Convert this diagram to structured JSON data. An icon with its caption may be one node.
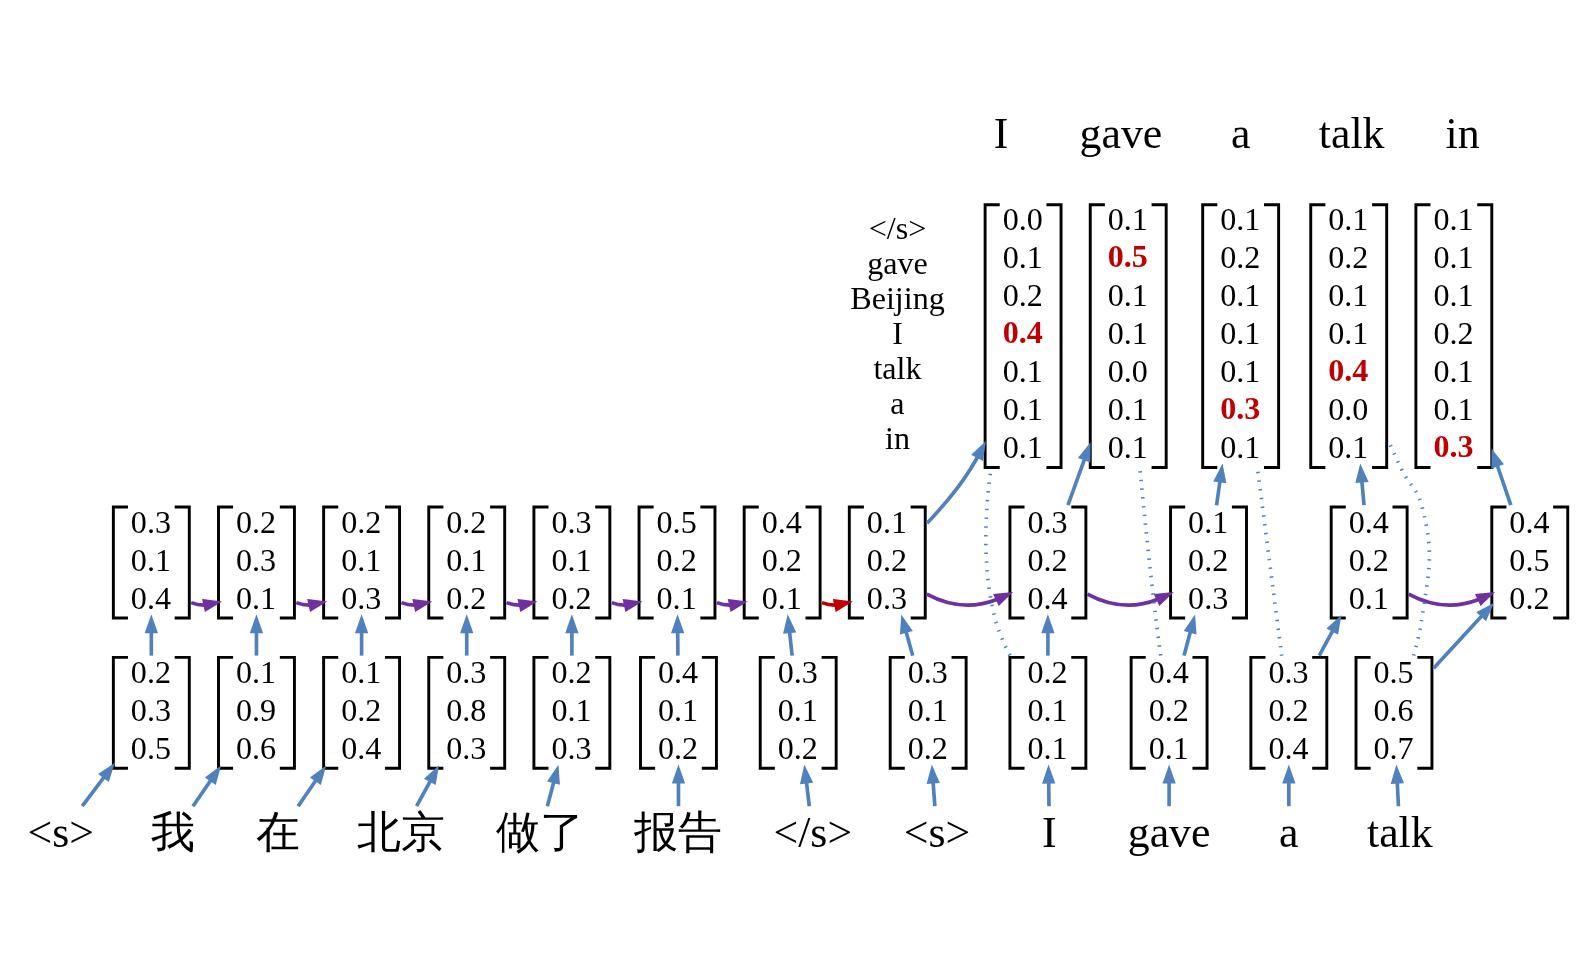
{
  "diagram": {
    "nodes": [
      {
        "text": [
          "0.0 0.1 0.2 **0.4** 0.1 0.1 0.1"
        ],
        "beside": [
          "I"
        ]
      },
      {
        "text": [
          "0.1 **0.5** 0.1 0.1 0.0 0.1 0.1"
        ],
        "beside": [
          "gave"
        ]
      },
      {
        "text": [
          "0.1 0.2 0.1 0.1 0.1 **0.3** 0.1"
        ],
        "beside": [
          "a"
        ]
      },
      {
        "text": [
          "0.1 0.2 0.1 0.1 **0.4** 0.0 0.1"
        ],
        "beside": [
          "talk"
        ]
      },
      {
        "text": [
          "0.1 0.1 0.1 0.2 0.1 0.1 **0.3**"
        ],
        "beside": [
          "in"
        ]
      },
      {
        "text": [
          "0.3 0.1 0.4"
        ]
      },
      {
        "text": [
          "0.2 0.3 0.1"
        ]
      },
      {
        "text": [
          "0.2 0.1 0.3"
        ]
      },
      {
        "text": [
          "0.2 0.1 0.2"
        ]
      },
      {
        "text": [
          "0.3 0.1 0.2"
        ]
      },
      {
        "text": [
          "0.5 0.2 0.1"
        ]
      },
      {
        "text": [
          "0.4 0.2 0.1"
        ]
      },
      {
        "text": [
          "0.1 0.2 0.3"
        ]
      },
      {
        "text": [
          "0.3 0.2 0.4"
        ]
      },
      {
        "text": [
          "0.1 0.2 0.3"
        ]
      },
      {
        "text": [
          "0.4 0.2 0.1"
        ]
      },
      {
        "text": [
          "0.4 0.5 0.2"
        ]
      },
      {
        "text": [
          "0.2 0.3 0.5"
        ]
      },
      {
        "text": [
          "0.1 0.9 0.6"
        ]
      },
      {
        "text": [
          "0.1 0.2 0.4"
        ]
      },
      {
        "text": [
          "0.3 0.8 0.3"
        ]
      },
      {
        "text": [
          "0.2 0.1 0.3"
        ]
      },
      {
        "text": [
          "0.4 0.1 0.2"
        ]
      },
      {
        "text": [
          "0.3 0.1 0.2"
        ]
      },
      {
        "text": [
          "0.3 0.1 0.2"
        ]
      },
      {
        "text": [
          "0.2 0.1 0.1"
        ]
      },
      {
        "text": [
          "0.4 0.2 0.1"
        ]
      },
      {
        "text": [
          "0.3 0.2 0.4"
        ]
      },
      {
        "text": [
          "0.5 0.6 0.7"
        ]
      },
      {
        "text": [
          "<s>"
        ]
      },
      {
        "text": [
          "我"
        ]
      },
      {
        "text": [
          "在"
        ]
      },
      {
        "text": [
          "北京"
        ]
      },
      {
        "text": [
          "做了"
        ]
      },
      {
        "text": [
          "报告"
        ]
      },
      {
        "text": [
          "</s>"
        ]
      },
      {
        "text": [
          "<s>"
        ]
      },
      {
        "text": [
          "I"
        ]
      },
      {
        "text": [
          "gave"
        ]
      },
      {
        "text": [
          "a"
        ]
      },
      {
        "text": [
          "talk"
        ]
      }
    ],
    "edges": [
      {
        "from": 29,
        "to": 17,
        "arrow": "to"
      },
      {
        "from": 30,
        "to": 18,
        "arrow": "to"
      },
      {
        "from": 31,
        "to": 19,
        "arrow": "to"
      },
      {
        "from": 32,
        "to": 20,
        "arrow": "to"
      },
      {
        "from": 33,
        "to": 21,
        "arrow": "to"
      },
      {
        "from": 34,
        "to": 22,
        "arrow": "to"
      },
      {
        "from": 35,
        "to": 23,
        "arrow": "to"
      },
      {
        "from": 36,
        "to": 24,
        "arrow": "to"
      },
      {
        "from": 37,
        "to": 25,
        "arrow": "to"
      },
      {
        "from": 38,
        "to": 26,
        "arrow": "to"
      },
      {
        "from": 39,
        "to": 27,
        "arrow": "to"
      },
      {
        "from": 40,
        "to": 28,
        "arrow": "to"
      },
      {
        "from": 17,
        "to": 5,
        "arrow": "to"
      },
      {
        "from": 18,
        "to": 6,
        "arrow": "to"
      },
      {
        "from": 19,
        "to": 7,
        "arrow": "to"
      },
      {
        "from": 20,
        "to": 8,
        "arrow": "to"
      },
      {
        "from": 21,
        "to": 9,
        "arrow": "to"
      },
      {
        "from": 22,
        "to": 10,
        "arrow": "to"
      },
      {
        "from": 23,
        "to": 11,
        "arrow": "to"
      },
      {
        "from": 24,
        "to": 12,
        "arrow": "to"
      },
      {
        "from": 25,
        "to": 13,
        "arrow": "to"
      },
      {
        "from": 26,
        "to": 14,
        "arrow": "to"
      },
      {
        "from": 27,
        "to": 15,
        "arrow": "to"
      },
      {
        "from": 28,
        "to": 16,
        "arrow": "to"
      },
      {
        "from": 5,
        "to": 6,
        "arrow": "to",
        "color": "#7030a0"
      },
      {
        "from": 6,
        "to": 7,
        "arrow": "to",
        "color": "#7030a0"
      },
      {
        "from": 7,
        "to": 8,
        "arrow": "to",
        "color": "#7030a0"
      },
      {
        "from": 8,
        "to": 9,
        "arrow": "to",
        "color": "#7030a0"
      },
      {
        "from": 9,
        "to": 10,
        "arrow": "to",
        "color": "#7030a0"
      },
      {
        "from": 10,
        "to": 11,
        "arrow": "to",
        "color": "#7030a0"
      },
      {
        "from": 11,
        "to": 12,
        "arrow": "to",
        "color": "#c00000"
      },
      {
        "from": 12,
        "to": 13,
        "arrow": "to",
        "color": "#7030a0"
      },
      {
        "from": 13,
        "to": 14,
        "arrow": "to",
        "color": "#7030a0"
      },
      {
        "from": 15,
        "to": 16,
        "arrow": "to",
        "color": "#7030a0"
      },
      {
        "from": 12,
        "to": 0,
        "arrow": "to"
      },
      {
        "from": 13,
        "to": 1,
        "arrow": "to"
      },
      {
        "from": 14,
        "to": 2,
        "arrow": "to"
      },
      {
        "from": 15,
        "to": 3,
        "arrow": "to"
      },
      {
        "from": 16,
        "to": 4,
        "arrow": "to"
      },
      {
        "from": 0,
        "to": 25,
        "arrow": "none",
        "style": "dashed"
      },
      {
        "from": 1,
        "to": 26,
        "arrow": "none",
        "style": "dashed"
      },
      {
        "from": 2,
        "to": 27,
        "arrow": "none",
        "style": "dashed"
      },
      {
        "from": 3,
        "to": 28,
        "arrow": "none",
        "style": "dashed"
      }
    ],
    "labels": [
      "</s>",
      "gave",
      "Beijing",
      "I",
      "talk",
      "a",
      "in"
    ]
  }
}
